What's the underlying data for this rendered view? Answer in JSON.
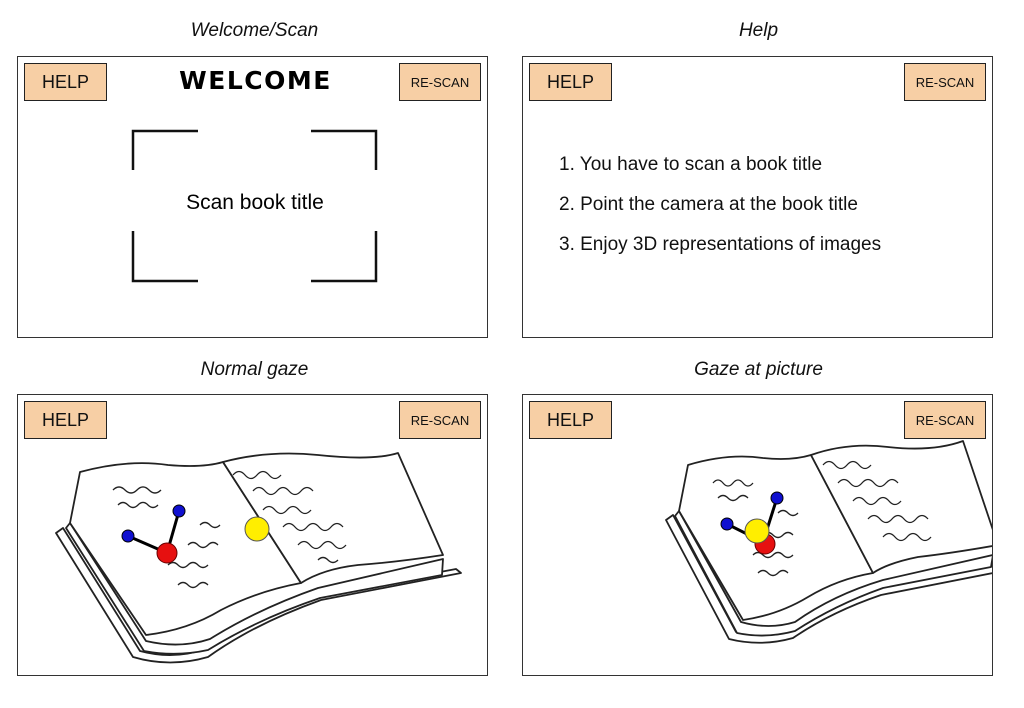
{
  "panels": [
    {
      "caption": "Welcome/Scan",
      "help_label": "HELP",
      "rescan_label": "RE-SCAN",
      "title": "WELCOME",
      "scan_prompt": "Scan book title"
    },
    {
      "caption": "Help",
      "help_label": "HELP",
      "rescan_label": "RE-SCAN",
      "steps": [
        "1. You have to scan a book title",
        "2. Point the camera at the book title",
        "3. Enjoy 3D representations of images"
      ]
    },
    {
      "caption": "Normal gaze",
      "help_label": "HELP",
      "rescan_label": "RE-SCAN"
    },
    {
      "caption": "Gaze at picture",
      "help_label": "HELP",
      "rescan_label": "RE-SCAN"
    }
  ],
  "colors": {
    "button_fill": "#f7cfa5",
    "gaze_dot": "#ffee00",
    "molecule_atom_red": "#e61010",
    "molecule_atom_blue": "#1010d0"
  }
}
